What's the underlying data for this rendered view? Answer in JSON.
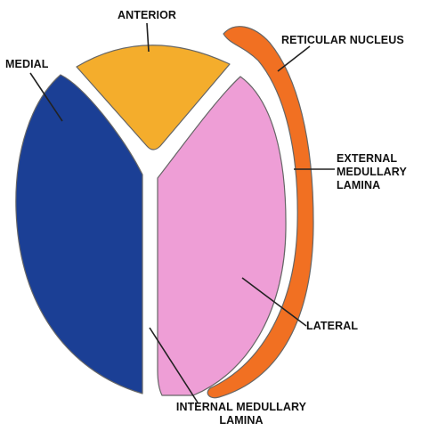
{
  "colors": {
    "anterior": "#f4ad2c",
    "medial": "#1b3f95",
    "lateral": "#ee9ed6",
    "reticular_nucleus": "#f17022",
    "outline": "#666666",
    "leader_line": "#222222",
    "label_text": "#111111",
    "background": "#ffffff"
  },
  "regions": {
    "anterior": "ANTERIOR",
    "medial": "MEDIAL",
    "lateral": "LATERAL",
    "reticular_nucleus": "RETICULAR NUCLEUS",
    "external_medullary_lamina": [
      "EXTERNAL",
      "MEDULLARY",
      "LAMINA"
    ],
    "internal_medullary_lamina": [
      "INTERNAL MEDULLARY",
      "LAMINA"
    ]
  }
}
